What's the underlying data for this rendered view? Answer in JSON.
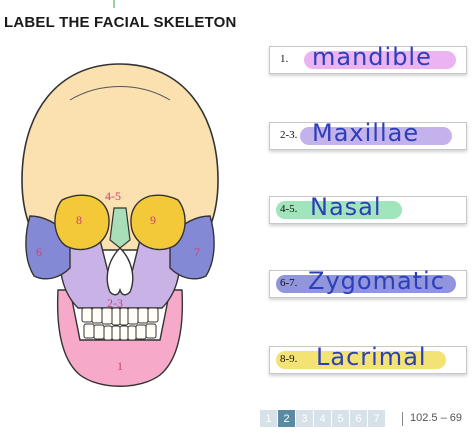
{
  "title": "LABEL THE FACIAL SKELETON",
  "skull_labels": {
    "l1": "1",
    "l23": "2-3",
    "l45": "4-5",
    "l6": "6",
    "l7": "7",
    "l8": "8",
    "l9": "9"
  },
  "answers": [
    {
      "num": "1.",
      "text": "mandible",
      "highlight": "#e8a6f0"
    },
    {
      "num": "2-3.",
      "text": "Maxillae",
      "highlight": "#b9a5e8"
    },
    {
      "num": "4-5.",
      "text": "Nasal",
      "highlight": "#8fe0b0"
    },
    {
      "num": "6-7.",
      "text": "Zygomatic",
      "highlight": "#7d83d8"
    },
    {
      "num": "8-9.",
      "text": "Lacrimal",
      "highlight": "#f1dd5c"
    }
  ],
  "pagination": {
    "pages": [
      "1",
      "2",
      "3",
      "4",
      "5",
      "6",
      "7"
    ],
    "active": "2",
    "page_ref": "102.5 – 69"
  }
}
